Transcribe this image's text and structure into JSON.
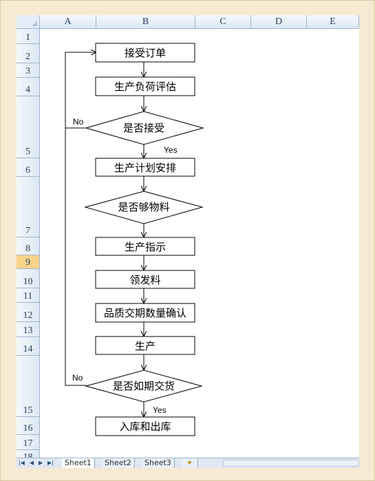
{
  "columns": [
    "A",
    "B",
    "C",
    "D",
    "E"
  ],
  "rows": [
    "1",
    "2",
    "3",
    "4",
    "5",
    "6",
    "7",
    "8",
    "9",
    "10",
    "11",
    "12",
    "13",
    "14",
    "15",
    "16",
    "17",
    "18"
  ],
  "active_row": "9",
  "flowchart": {
    "steps": {
      "accept_order": "接受订单",
      "load_eval": "生产负荷评估",
      "decision_accept": "是否接受",
      "schedule": "生产计划安排",
      "decision_material": "是否够物料",
      "instruction": "生产指示",
      "material_issue": "领发料",
      "quality_confirm": "品质交期数量确认",
      "produce": "生产",
      "decision_delivery": "是否如期交货",
      "warehouse": "入库和出库"
    },
    "labels": {
      "no1": "No",
      "yes1": "Yes",
      "no2": "No",
      "yes2": "Yes"
    }
  },
  "tabs": [
    "Sheet1",
    "Sheet2",
    "Sheet3"
  ],
  "nav_icons": [
    "first-sheet-icon",
    "prev-sheet-icon",
    "next-sheet-icon",
    "last-sheet-icon"
  ],
  "new_sheet_icon": "insert-sheet-icon"
}
